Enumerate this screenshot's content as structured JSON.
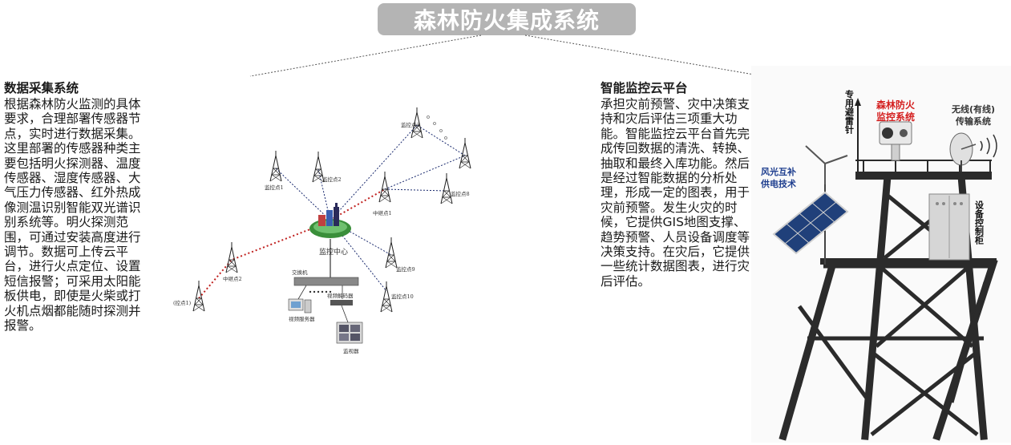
{
  "title": "森林防火集成系统",
  "left_section": {
    "heading": "数据采集系统",
    "body": "根据森林防火监测的具体要求，合理部署传感器节点，实时进行数据采集。这里部署的传感器种类主要包括明火探测器、温度传感器、湿度传感器、大气压力传感器、红外热成像测温识别智能双光谱识别系统等。明火探测范围，可通过安装高度进行调节。数据可上传云平台，进行火点定位、设置短信报警；可采用太阳能板供电，即使是火柴或打火机点烟都能随时探测并报警。"
  },
  "right_section": {
    "heading": "智能监控云平台",
    "body": "承担灾前预警、灾中决策支持和灾后评估三项重大功能。智能监控云平台首先完成传回数据的清洗、转换、抽取和最终入库功能。然后是经过智能数据的分析处理，形成一定的图表，用于灾前预警。发生火灾的时候，它提供GIS地图支撑、趋势预警、人员设备调度等决策支持。在灾后，它提供一些统计数据图表，进行灾后评估。"
  },
  "network_diagram": {
    "center": "监控中心",
    "nodes": {
      "monitor1": "监控点1",
      "monitor2": "监控点2",
      "monitor3": "监控点3",
      "monitor8": "监控点8",
      "monitor9": "监控点9",
      "monitor10": "监控点10",
      "relay1": "中继点1",
      "relay2": "中继点2",
      "edge1": "(控点1)"
    },
    "switch": "交换机",
    "decoder": "视频解码器",
    "server": "视频服务器",
    "monitor_screen": "监视器"
  },
  "tower_labels": {
    "lightning_rod": "专用避雷针",
    "brand_line1": "森林防火",
    "brand_line2": "监控系统",
    "wireless_line1": "无线(有线)",
    "wireless_line2": "传输系统",
    "wind_solar_line1": "风光互补",
    "wind_solar_line2": "供电技术",
    "cabinet": "设备控制柜"
  },
  "colors": {
    "title_bg": "#b4b4b4",
    "title_text": "#ffffff",
    "red_link": "#c0201e",
    "blue_link": "#1a2a6e",
    "brand_red": "#d41f1f",
    "blue_label": "#1f3f8f"
  }
}
